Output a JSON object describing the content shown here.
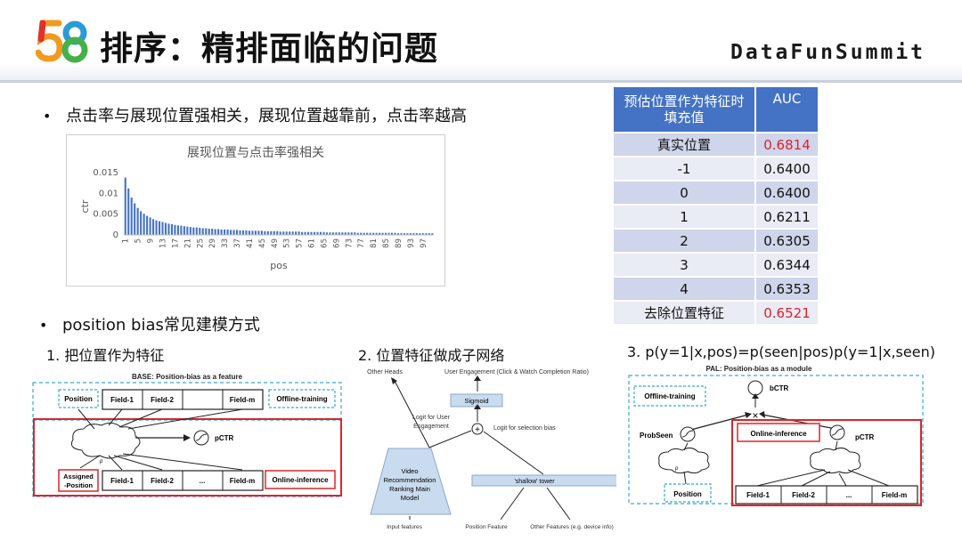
{
  "header": {
    "logo_text": "58",
    "title": "排序：精排面临的问题",
    "brand": "DataFunSummit"
  },
  "bullets": [
    "点击率与展现位置强相关，展现位置越靠前，点击率越高",
    "position bias常见建模方式"
  ],
  "chart_data": {
    "type": "bar",
    "title": "展现位置与点击率强相关",
    "xlabel": "pos",
    "ylabel": "ctr",
    "ylim": [
      0,
      0.015
    ],
    "yticks": [
      "0.015",
      "0.01",
      "0.005",
      "0"
    ],
    "xtick_labels": [
      "1",
      "5",
      "9",
      "13",
      "17",
      "21",
      "25",
      "29",
      "33",
      "37",
      "41",
      "45",
      "49",
      "53",
      "57",
      "61",
      "65",
      "69",
      "73",
      "77",
      "81",
      "85",
      "89",
      "93",
      "97"
    ],
    "x": [
      1,
      2,
      3,
      4,
      5,
      6,
      7,
      8,
      9,
      10,
      11,
      12,
      13,
      14,
      15,
      16,
      17,
      18,
      19,
      20,
      21,
      22,
      23,
      24,
      25,
      26,
      27,
      28,
      29,
      30,
      31,
      32,
      33,
      34,
      35,
      36,
      37,
      38,
      39,
      40,
      41,
      42,
      43,
      44,
      45,
      46,
      47,
      48,
      49,
      50,
      51,
      52,
      53,
      54,
      55,
      56,
      57,
      58,
      59,
      60,
      61,
      62,
      63,
      64,
      65,
      66,
      67,
      68,
      69,
      70,
      71,
      72,
      73,
      74,
      75,
      76,
      77,
      78,
      79,
      80,
      81,
      82,
      83,
      84,
      85,
      86,
      87,
      88,
      89,
      90,
      91,
      92,
      93,
      94,
      95,
      96,
      97,
      98,
      99,
      100
    ],
    "values": [
      0.0138,
      0.0112,
      0.009,
      0.0076,
      0.0065,
      0.0057,
      0.0051,
      0.0046,
      0.0042,
      0.0038,
      0.0035,
      0.0033,
      0.0031,
      0.0029,
      0.0027,
      0.0026,
      0.0024,
      0.0023,
      0.0022,
      0.0021,
      0.002,
      0.0019,
      0.0018,
      0.0018,
      0.0017,
      0.0016,
      0.0016,
      0.0015,
      0.0015,
      0.0014,
      0.0014,
      0.0013,
      0.0013,
      0.0013,
      0.0012,
      0.0012,
      0.0012,
      0.0011,
      0.0011,
      0.0011,
      0.001,
      0.001,
      0.001,
      0.001,
      0.001,
      0.0009,
      0.0009,
      0.0009,
      0.0009,
      0.0009,
      0.0008,
      0.0008,
      0.0008,
      0.0008,
      0.0008,
      0.0008,
      0.0008,
      0.0007,
      0.0007,
      0.0007,
      0.0007,
      0.0007,
      0.0007,
      0.0007,
      0.0007,
      0.0006,
      0.0006,
      0.0006,
      0.0006,
      0.0006,
      0.0006,
      0.0006,
      0.0006,
      0.0006,
      0.0006,
      0.0005,
      0.0005,
      0.0005,
      0.0005,
      0.0005,
      0.0005,
      0.0005,
      0.0005,
      0.0005,
      0.0005,
      0.0005,
      0.0005,
      0.0005,
      0.0004,
      0.0004,
      0.0004,
      0.0004,
      0.0004,
      0.0004,
      0.0004,
      0.0004,
      0.0004,
      0.0004,
      0.0004,
      0.0004
    ],
    "color": "#4472c4"
  },
  "auc_table": {
    "headers": [
      "预估位置作为特征时\n填充值",
      "AUC"
    ],
    "rows": [
      {
        "fill": "真实位置",
        "auc": "0.6814",
        "highlight": true
      },
      {
        "fill": "-1",
        "auc": "0.6400",
        "highlight": false
      },
      {
        "fill": "0",
        "auc": "0.6400",
        "highlight": false
      },
      {
        "fill": "1",
        "auc": "0.6211",
        "highlight": false
      },
      {
        "fill": "2",
        "auc": "0.6305",
        "highlight": false
      },
      {
        "fill": "3",
        "auc": "0.6344",
        "highlight": false
      },
      {
        "fill": "4",
        "auc": "0.6353",
        "highlight": false
      },
      {
        "fill": "去除位置特征",
        "auc": "0.6521",
        "highlight": true
      }
    ],
    "header_color": "#4472c4",
    "highlight_color": "#e0202b"
  },
  "sections": [
    "1. 把位置作为特征",
    "2. 位置特征做成子网络",
    "3. p(y=1|x,pos)=p(seen|pos)p(y=1|x,seen)"
  ],
  "diagram1": {
    "title": "BASE: Position-bias as a feature",
    "position": "Position",
    "fields": [
      "Field-1",
      "Field-2",
      "",
      "Field-m"
    ],
    "offline": "Offline-training",
    "pctr": "pCTR",
    "assigned": "Assigned\n-Position",
    "fields2": [
      "Field-1",
      "Field-2",
      "...",
      "Field-m"
    ],
    "online": "Online-inference",
    "p_label": "p"
  },
  "diagram2": {
    "other_heads": "Other Heads",
    "engagement": "User Engagement (Click & Watch Completion Ratio)",
    "sigmoid": "Sigmoid",
    "logit_user": "Logit for User\nEngagement",
    "logit_bias": "Logit for selection bias",
    "plus": "+",
    "main_model": "Video\nRecommendation\nRanking Main\nModel",
    "shallow": "'shallow' tower",
    "input": "Input features",
    "pos_feature": "Position Feature",
    "other_features": "Other Features (e.g. device info)"
  },
  "diagram3": {
    "title": "PAL: Position-bias as a module",
    "offline": "Offline-training",
    "bctr": "bCTR",
    "times": "×",
    "probseen": "ProbSeen",
    "online": "Online-inference",
    "pctr": "pCTR",
    "position": "Position",
    "fields": [
      "Field-1",
      "Field-2",
      "...",
      "Field-m"
    ],
    "p_label": "p"
  }
}
